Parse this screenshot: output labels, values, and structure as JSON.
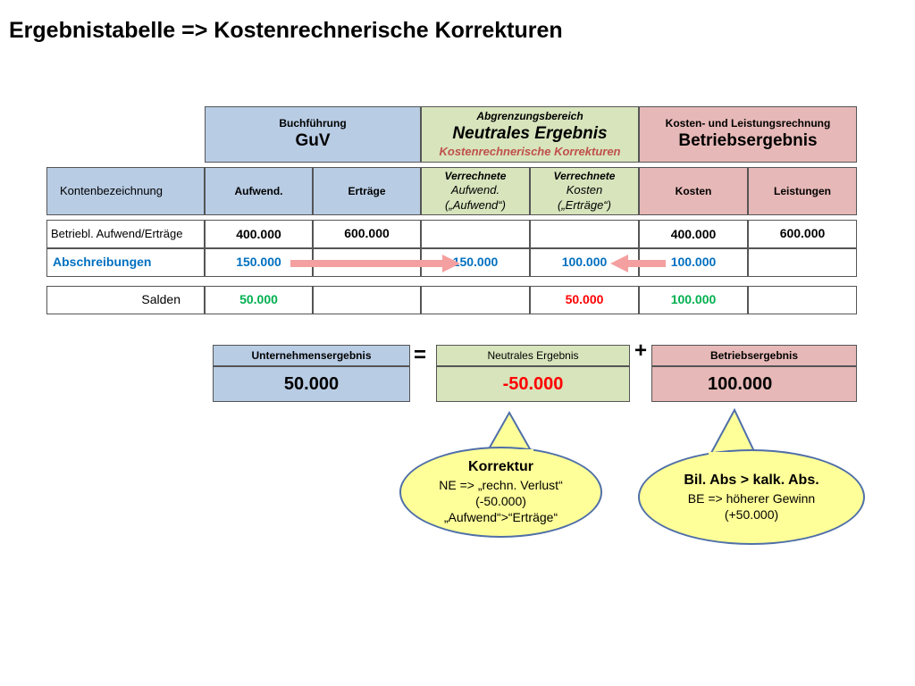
{
  "title": "Ergebnistabelle => Kostenrechnerische Korrekturen",
  "header": {
    "buchfuehrung_small": "Buchführung",
    "buchfuehrung_big": "GuV",
    "abgrenzung_small": "Abgrenzungsbereich",
    "abgrenzung_big": "Neutrales Ergebnis",
    "abgrenzung_sub": "Kostenrechnerische Korrekturen",
    "klr_small": "Kosten- und Leistungsrechnung",
    "klr_big": "Betriebsergebnis"
  },
  "columns": {
    "kontenbezeichnung": "Kontenbezeichnung",
    "aufwend": "Aufwend.",
    "ertraege": "Erträge",
    "verr_aufwend_1": "Verrechnete",
    "verr_aufwend_2": "Aufwend.",
    "verr_aufwend_3": "(„Aufwend“)",
    "verr_kosten_1": "Verrechnete",
    "verr_kosten_2": "Kosten",
    "verr_kosten_3": "(„Erträge“)",
    "kosten": "Kosten",
    "leistungen": "Leistungen"
  },
  "rows": {
    "betrieb": {
      "label": "Betriebl. Aufwend/Erträge",
      "aufwend": "400.000",
      "ertraege": "600.000",
      "kosten": "400.000",
      "leistungen": "600.000"
    },
    "abschreibungen": {
      "label": "Abschreibungen",
      "aufwend": "150.000",
      "verr_aufwend": "150.000",
      "verr_kosten": "100.000",
      "kosten": "100.000"
    },
    "salden": {
      "label": "Salden",
      "aufwend": "50.000",
      "verr_kosten": "50.000",
      "kosten": "100.000"
    }
  },
  "results": {
    "unternehmen_label": "Unternehmensergebnis",
    "unternehmen_value": "50.000",
    "equals": "=",
    "neutral_label": "Neutrales Ergebnis",
    "neutral_value": "-50.000",
    "plus": "+",
    "betrieb_label": "Betriebsergebnis",
    "betrieb_value": "100.000"
  },
  "bubbles": {
    "left_title": "Korrektur",
    "left_line1": "NE =>  „rechn. Verlust“",
    "left_line2": "(-50.000)",
    "left_line3": "„Aufwend“>“Erträge“",
    "right_title": "Bil. Abs > kalk. Abs.",
    "right_line1": "BE => höherer Gewinn",
    "right_line2": "(+50.000)"
  },
  "colors": {
    "blue_fill": "#b8cce4",
    "green_fill": "#d7e4bc",
    "red_fill": "#e6b8b7",
    "arrow": "#f4a0a0",
    "bubble_fill": "#ffff99"
  }
}
